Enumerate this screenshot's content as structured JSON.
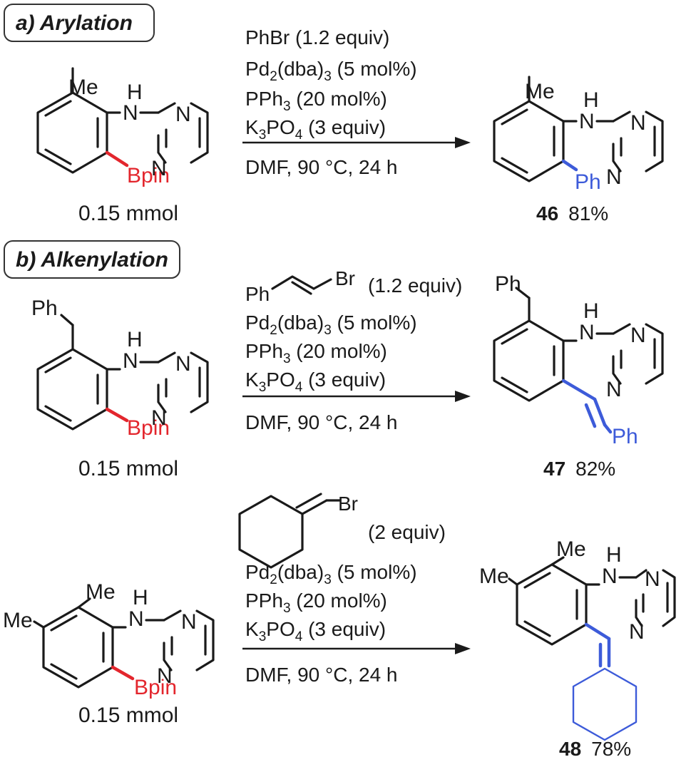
{
  "sections": {
    "a": "a) Arylation",
    "b": "b) Alkenylation"
  },
  "reactions": [
    {
      "reactant": {
        "scale": "0.15  mmol",
        "left_labels": [
          "Me"
        ],
        "boron": "Bpin"
      },
      "conditions": [
        {
          "main": "PhBr (1.2 equiv)"
        },
        {
          "main": "Pd",
          "sub1": "2",
          "mid": "(dba)",
          "sub2": "3",
          "tail": " (5 mol%)"
        },
        {
          "main": "PPh",
          "sub1": "3",
          "tail": " (20 mol%)"
        },
        {
          "main": "K",
          "sub1": "3",
          "mid": "PO",
          "sub2": "4",
          "tail": " (3 equiv)"
        }
      ],
      "solvent": "DMF, 90 °C, 24 h",
      "product": {
        "number": "46",
        "yield": "81%",
        "new_group": "Ph",
        "left_labels": [
          "Me"
        ]
      }
    },
    {
      "reactant": {
        "scale": "0.15  mmol",
        "left_labels": [
          "Ph"
        ],
        "boron": "Bpin"
      },
      "reagent_sketch": {
        "left": "Ph",
        "right": "Br",
        "equiv": "(1.2 equiv)"
      },
      "conditions": [
        {
          "main": "Pd",
          "sub1": "2",
          "mid": "(dba)",
          "sub2": "3",
          "tail": " (5 mol%)"
        },
        {
          "main": "PPh",
          "sub1": "3",
          "tail": " (20 mol%)"
        },
        {
          "main": "K",
          "sub1": "3",
          "mid": "PO",
          "sub2": "4",
          "tail": " (3 equiv)"
        }
      ],
      "solvent": "DMF, 90 °C, 24 h",
      "product": {
        "number": "47",
        "yield": "82%",
        "new_group": "Ph",
        "left_labels": [
          "Ph"
        ]
      }
    },
    {
      "reactant": {
        "scale": "0.15  mmol",
        "left_labels": [
          "Me",
          "Me"
        ],
        "boron": "Bpin"
      },
      "reagent_sketch": {
        "right": "Br",
        "equiv": "(2 equiv)"
      },
      "conditions": [
        {
          "main": "Pd",
          "sub1": "2",
          "mid": "(dba)",
          "sub2": "3",
          "tail": " (5 mol%)"
        },
        {
          "main": "PPh",
          "sub1": "3",
          "tail": " (20 mol%)"
        },
        {
          "main": "K",
          "sub1": "3",
          "mid": "PO",
          "sub2": "4",
          "tail": " (3 equiv)"
        }
      ],
      "solvent": "DMF, 90 °C, 24 h",
      "product": {
        "number": "48",
        "yield": "78%",
        "left_labels": [
          "Me",
          "Me"
        ]
      }
    }
  ],
  "atoms": {
    "nh_h": "H",
    "nh_n": "N",
    "ring_n": "N"
  },
  "colors": {
    "boron_bond": "#e3262d",
    "new_bond": "#3d5bd9",
    "ink": "#1a1a1a"
  }
}
